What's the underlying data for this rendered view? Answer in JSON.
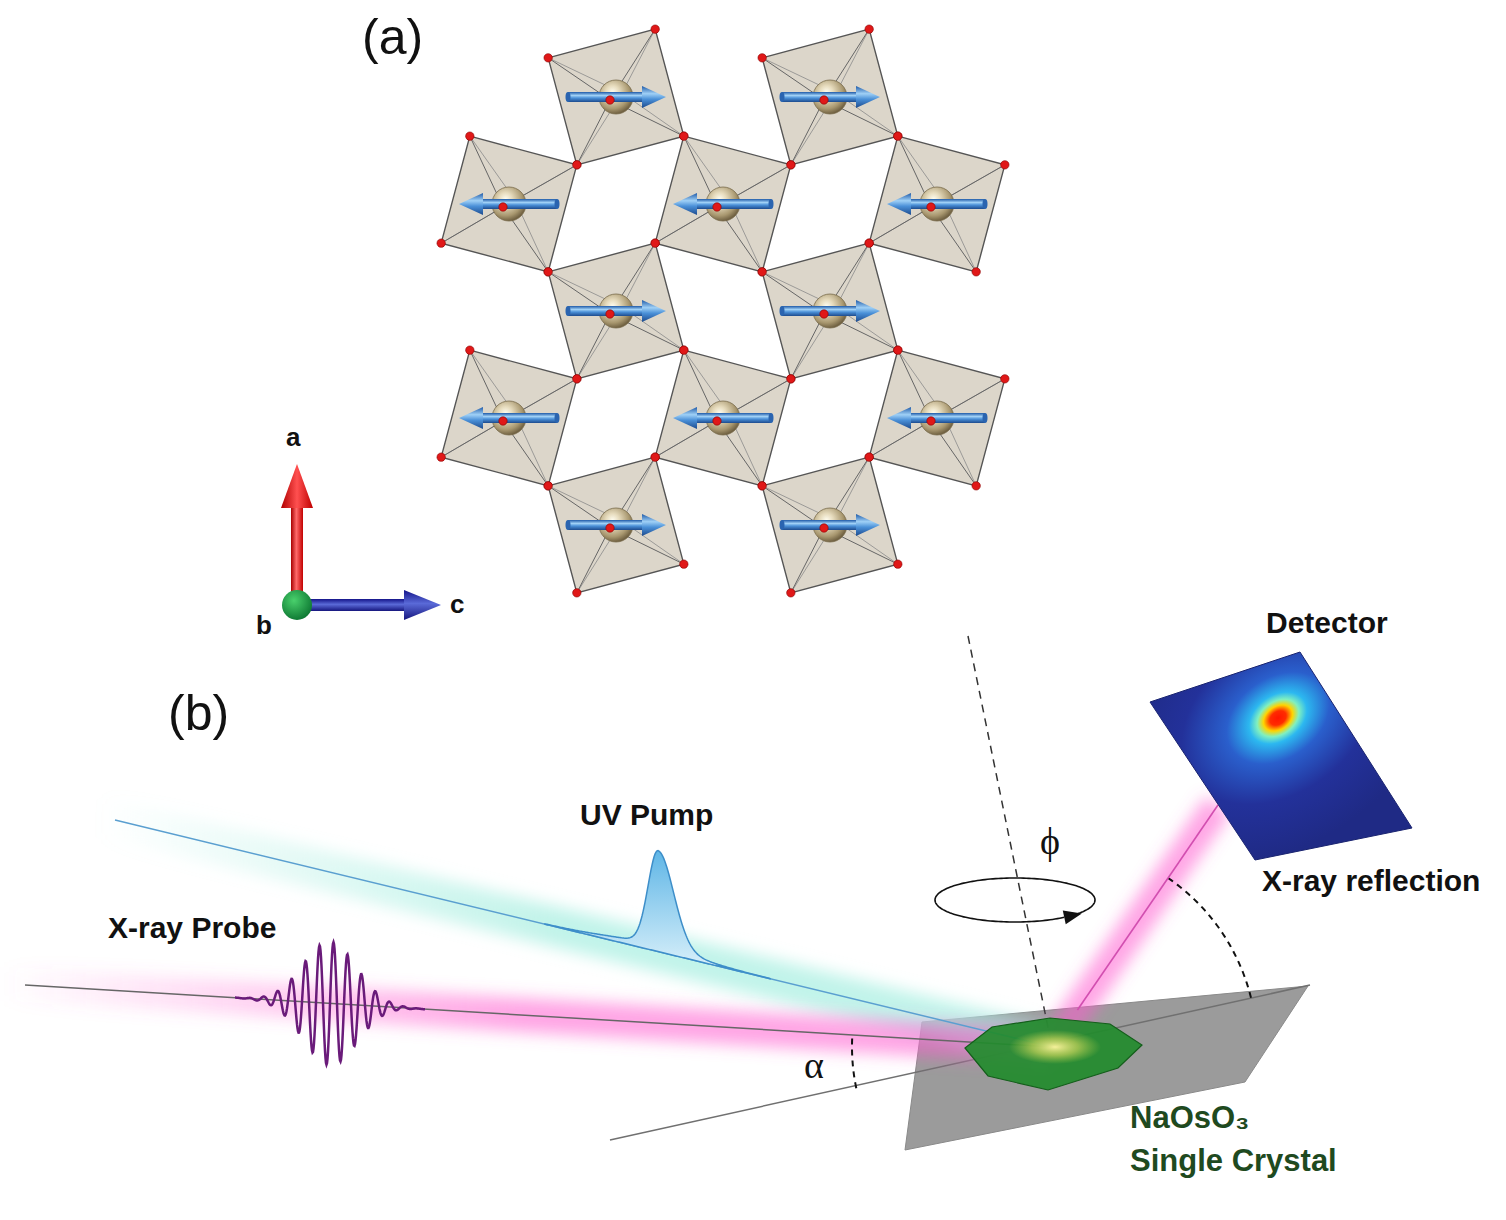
{
  "diagram": {
    "nodes": [
      {
        "text": [
          "Detector"
        ]
      },
      {
        "text": [
          "NaOsO₃ Single Crystal"
        ]
      }
    ],
    "edges": [
      {
        "from": 1,
        "to": 0,
        "arrow": "none",
        "label": "X-ray reflection"
      }
    ],
    "labels": [
      "(a)",
      "a",
      "b",
      "c",
      "(b)",
      "UV Pump",
      "X-ray Probe",
      "ϕ",
      "α"
    ]
  }
}
